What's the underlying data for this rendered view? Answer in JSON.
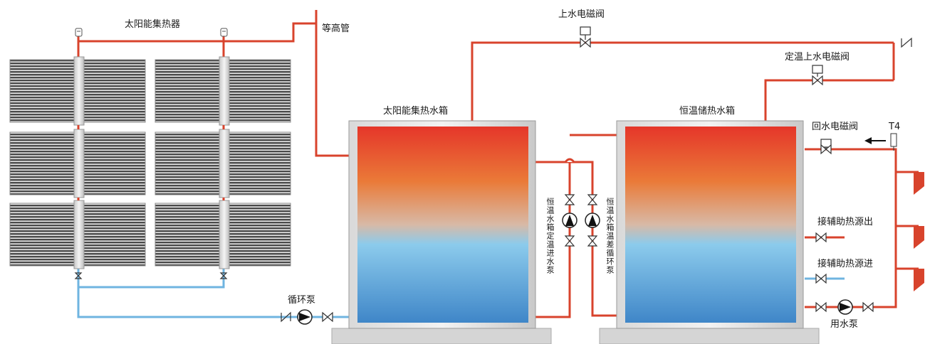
{
  "labels": {
    "collector": "太阳能集热器",
    "equal_height_pipe": "等高管",
    "inlet_valve": "上水电磁阀",
    "thermo_inlet_valve": "定温上水电磁阀",
    "return_valve": "回水电磁阀",
    "solar_tank": "太阳能集热水箱",
    "storage_tank": "恒温储热水箱",
    "circ_pump": "循环泵",
    "use_pump": "用水泵",
    "aux_out": "接辅助热源出",
    "aux_in": "接辅助热源进",
    "t4": "T4",
    "pump_const_temp": "恒温水箱定温进水泵",
    "pump_diff_temp": "恒温水箱温差循环泵"
  },
  "colors": {
    "hot_pipe": "#d8432c",
    "cold_pipe": "#6fb4e0",
    "tank_top": "#e5362a",
    "tank_mid": "#e8793a",
    "tank_bottom": "#3d86c9"
  }
}
